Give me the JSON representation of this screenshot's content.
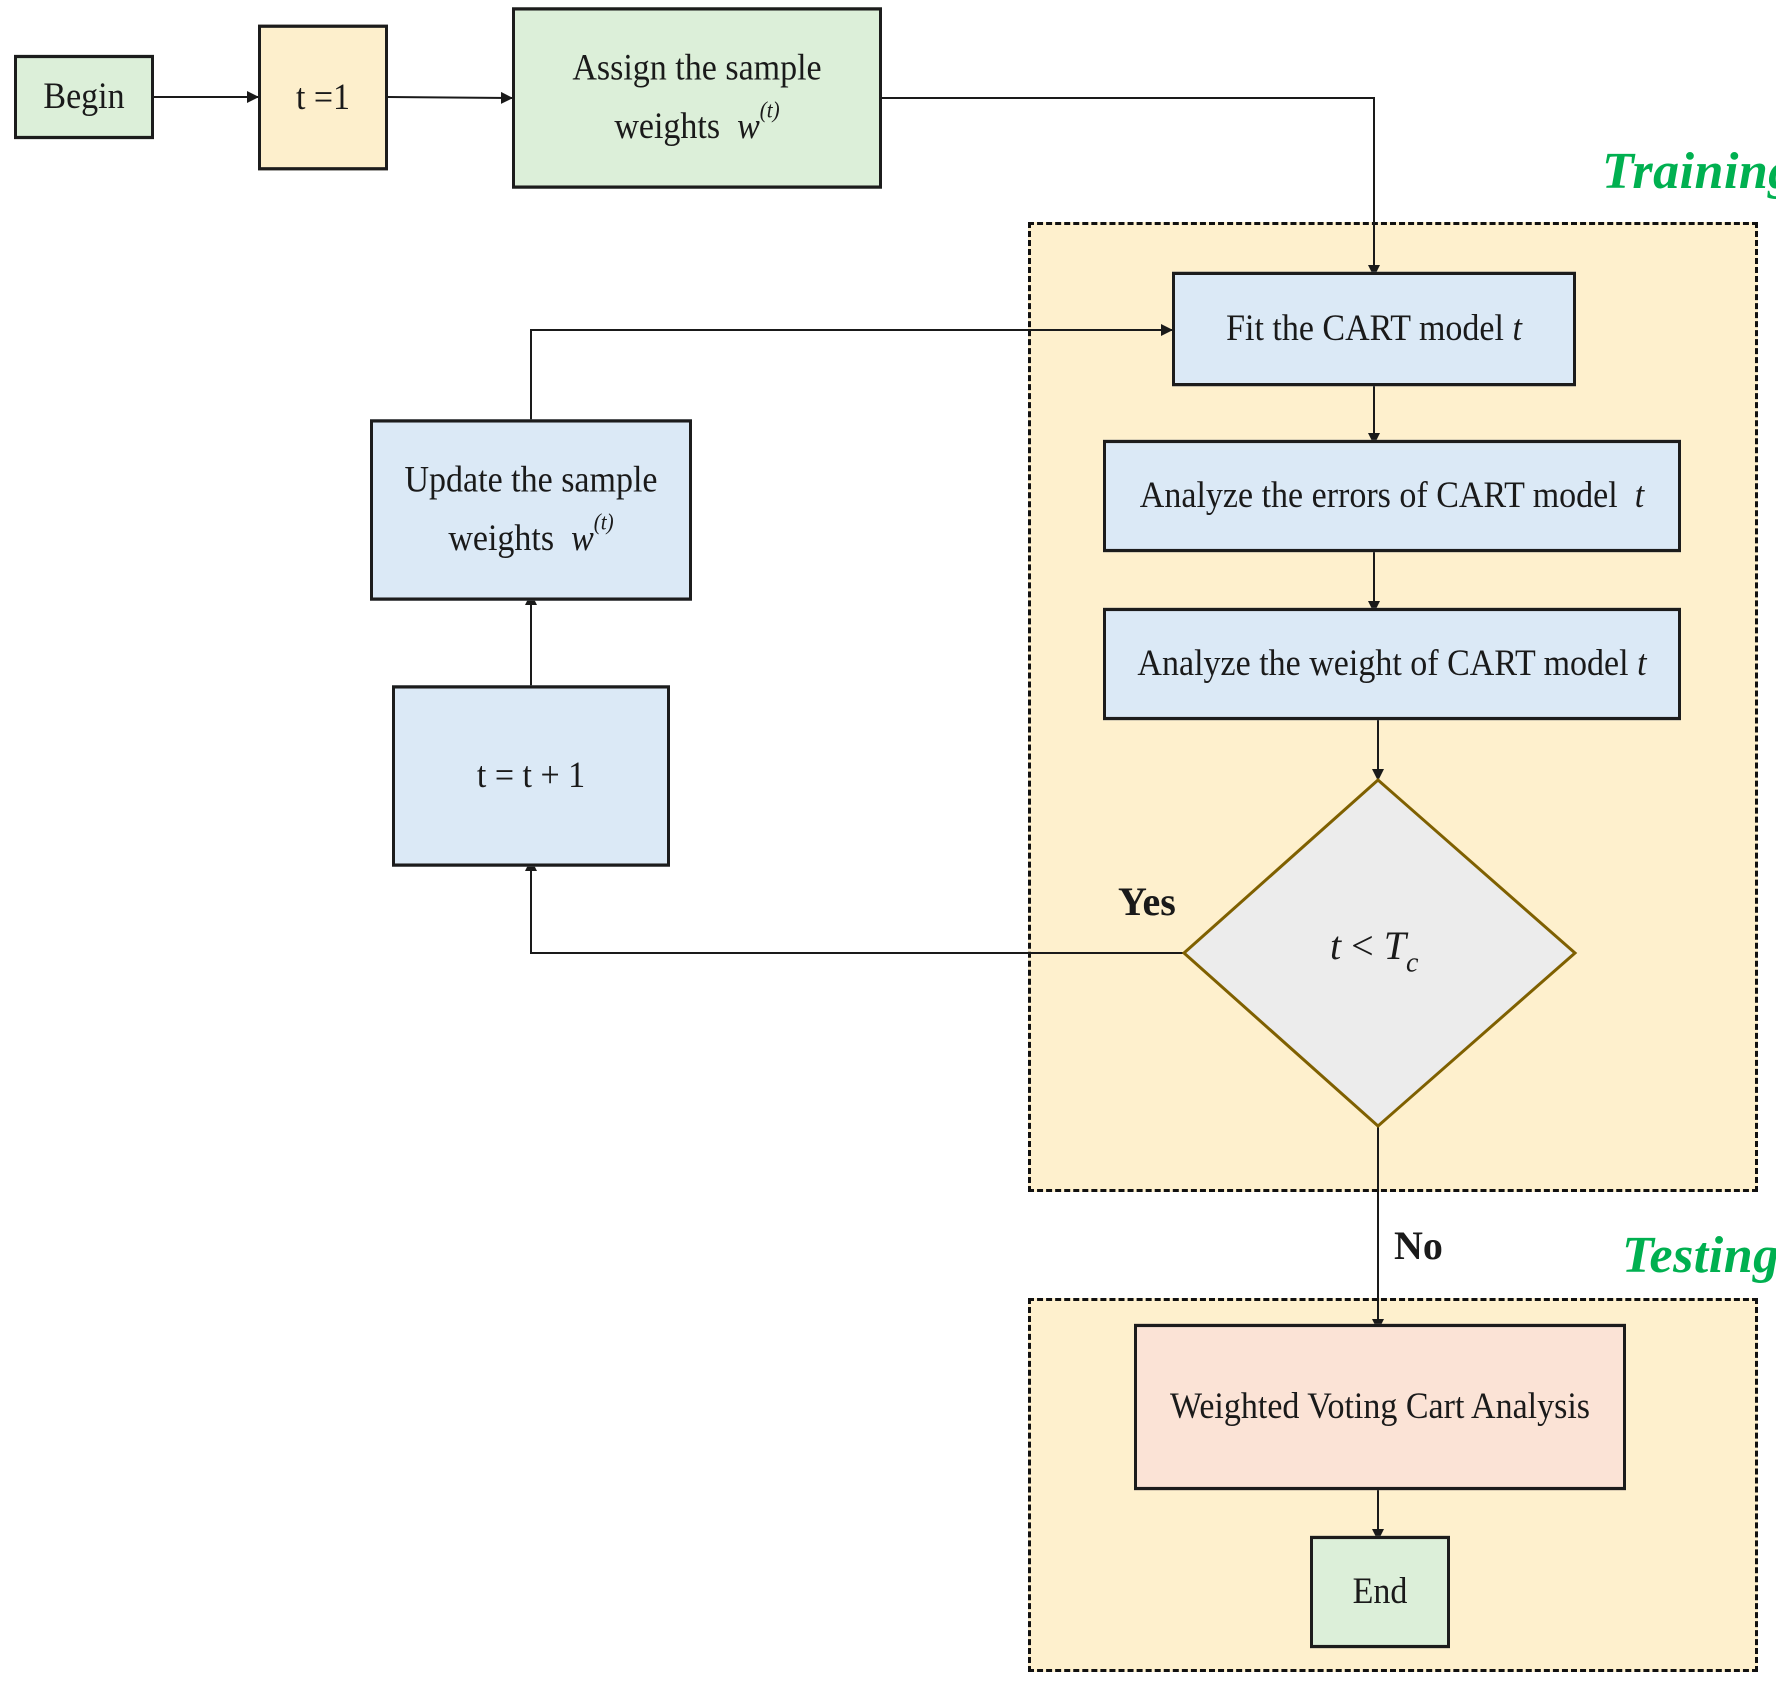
{
  "colors": {
    "green_fill": "#dcefd9",
    "peach_fill": "#fdefcc",
    "blue_fill": "#dbe9f6",
    "gray_fill": "#ececec",
    "pink_fill": "#fbe3d6",
    "region_fill": "#fef0cd",
    "region_label": "#00b050",
    "diamond_stroke": "#7f6000",
    "line": "#1a1a1a"
  },
  "regions": {
    "training": {
      "label": "Training"
    },
    "testing": {
      "label": "Testing"
    }
  },
  "nodes": {
    "begin": {
      "text": "Begin"
    },
    "init": {
      "text": "t =1"
    },
    "assign": {
      "line1": "Assign the sample",
      "line2": "weights",
      "var": "w",
      "sup": "(t)"
    },
    "fit": {
      "text": "Fit the CART model",
      "var": "t"
    },
    "errors": {
      "text": "Analyze the errors of CART model",
      "var": "t"
    },
    "weight": {
      "text": "Analyze the weight of CART model",
      "var": "t"
    },
    "decision": {
      "var": "t",
      "op": " < ",
      "T": "T",
      "sub": "c"
    },
    "update": {
      "line1": "Update the sample",
      "line2": "weights",
      "var": "w",
      "sup": "(t)"
    },
    "increment": {
      "text": "t = t + 1"
    },
    "voting": {
      "text": "Weighted Voting Cart Analysis"
    },
    "end": {
      "text": "End"
    }
  },
  "branches": {
    "yes": "Yes",
    "no": "No"
  }
}
